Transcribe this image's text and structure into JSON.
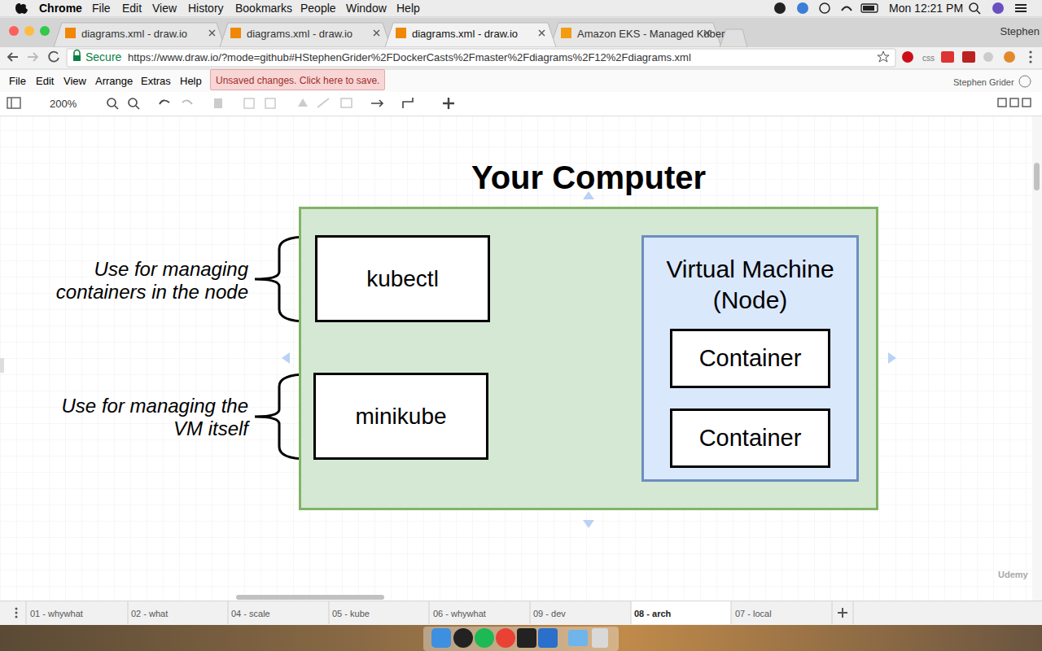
{
  "diagram": {
    "nodes": [
      {
        "text": [
          "Your Computer"
        ]
      },
      {
        "text": [
          "kubectl"
        ],
        "in": 0
      },
      {
        "text": [
          "Virtual Machine (Node)"
        ],
        "in": 0
      },
      {
        "text": [
          "Container"
        ],
        "in": 2
      },
      {
        "text": [
          "Container"
        ],
        "in": 2
      },
      {
        "text": [
          "minikube"
        ],
        "in": 0
      }
    ],
    "edges": [
      {
        "from": 1,
        "to": 2,
        "arrow": "to"
      },
      {
        "from": 5,
        "to": 2,
        "arrow": "to"
      }
    ],
    "labels": [
      "Use for managing containers in the node",
      "Use for managing the VM itself",
      "Chrome",
      "File",
      "Edit",
      "View",
      "History",
      "Bookmarks",
      "People",
      "Window",
      "Help",
      "Mon 12:21 PM",
      "diagrams.xml - draw.io",
      "diagrams.xml - draw.io",
      "diagrams.xml - draw.io",
      "Amazon EKS - Managed Kuber",
      "Stephen",
      "Secure",
      "https://www.draw.io/?mode=github#HStephenGrider%2FDockerCasts%2Fmaster%2Fdiagrams%2F12%2Fdiagrams.xml",
      "css",
      "File",
      "Edit",
      "View",
      "Arrange",
      "Extras",
      "Help",
      "Unsaved changes. Click here to save.",
      "Stephen Grider",
      "200%",
      "01 - whywhat",
      "02 - what",
      "04 - scale",
      "05 - kube",
      "06 - whywhat",
      "09 - dev",
      "08 - arch",
      "07 - local",
      "Udemy"
    ]
  }
}
